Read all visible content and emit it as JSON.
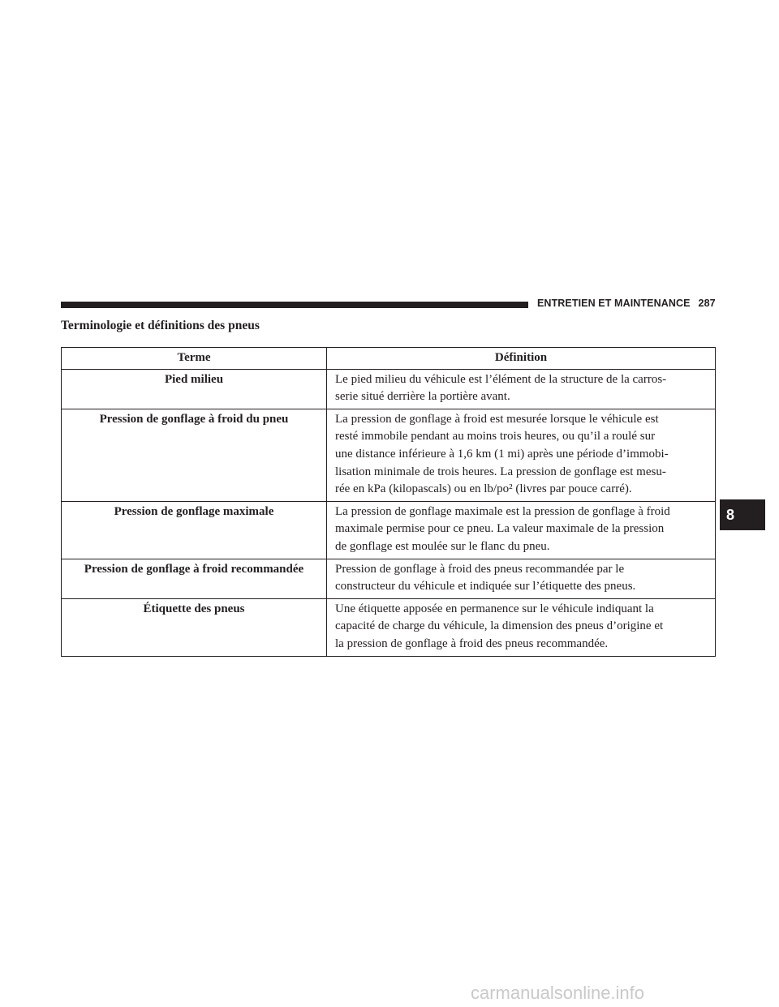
{
  "header": {
    "section": "ENTRETIEN ET MAINTENANCE",
    "page_number": "287"
  },
  "title": "Terminologie et définitions des pneus",
  "table": {
    "columns": [
      "Terme",
      "Définition"
    ],
    "rows": [
      {
        "term": "Pied milieu",
        "definition": [
          "Le pied milieu du véhicule est l’élément de la structure de la carros-",
          "serie situé derrière la portière avant."
        ]
      },
      {
        "term": "Pression de gonflage à froid du pneu",
        "definition": [
          "La pression de gonflage à froid est mesurée lorsque le véhicule est",
          "resté immobile pendant au moins trois heures, ou qu’il a roulé sur",
          "une distance inférieure à 1,6 km (1 mi) après une période d’immobi-",
          "lisation minimale de trois heures. La pression de gonflage est mesu-",
          "rée en kPa (kilopascals) ou en lb/po² (livres par pouce carré)."
        ]
      },
      {
        "term": "Pression de gonflage maximale",
        "definition": [
          "La pression de gonflage maximale est la pression de gonflage à froid",
          "maximale permise pour ce pneu. La valeur maximale de la pression",
          "de gonflage est moulée sur le flanc du pneu."
        ]
      },
      {
        "term": "Pression de gonflage à froid recommandée",
        "definition": [
          "Pression de gonflage à froid des pneus recommandée par le",
          "constructeur du véhicule et indiquée sur l’étiquette des pneus."
        ]
      },
      {
        "term": "Étiquette des pneus",
        "definition": [
          "Une étiquette apposée en permanence sur le véhicule indiquant la",
          "capacité de charge du véhicule, la dimension des pneus d’origine et",
          "la pression de gonflage à froid des pneus recommandée."
        ]
      }
    ]
  },
  "chapter_tab": "8",
  "watermark": "carmanualsonline.info"
}
